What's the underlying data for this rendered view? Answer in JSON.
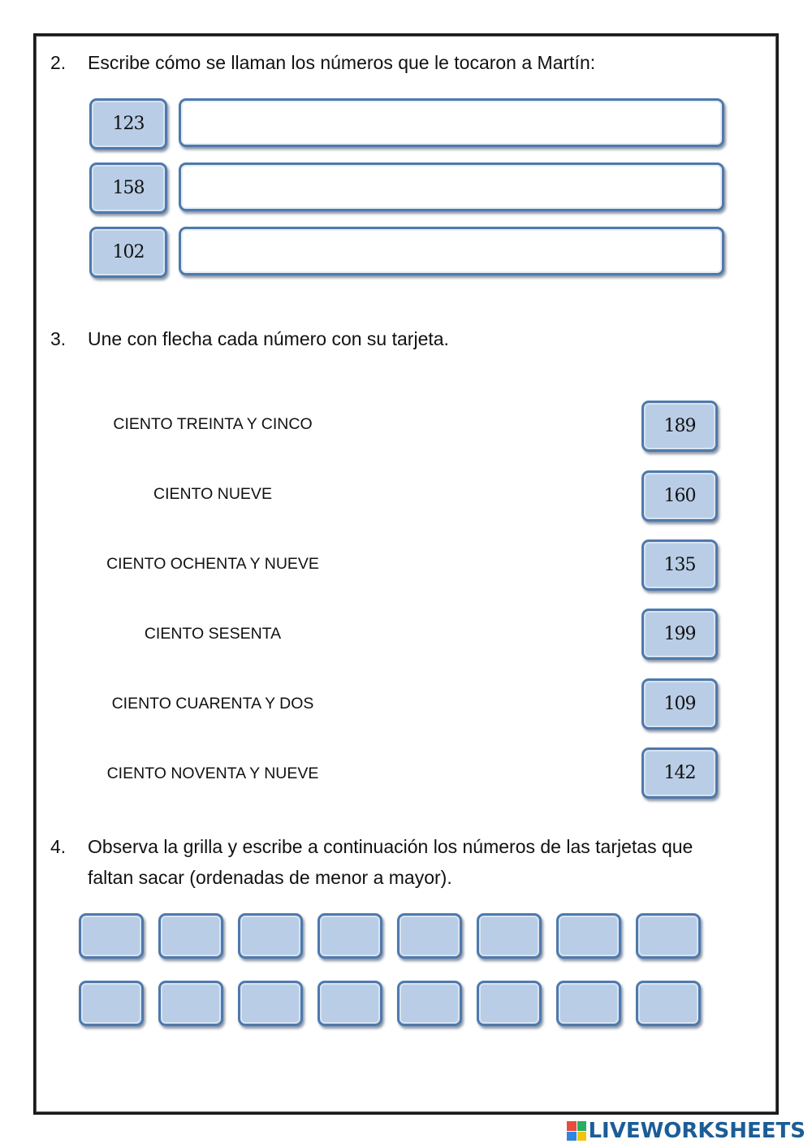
{
  "q2": {
    "number": "2.",
    "text": "Escribe cómo se llaman los números que le tocaron a Martín:",
    "rows": [
      {
        "card": "123",
        "answer": ""
      },
      {
        "card": "158",
        "answer": ""
      },
      {
        "card": "102",
        "answer": ""
      }
    ]
  },
  "q3": {
    "number": "3.",
    "text": "Une con flecha cada número con su tarjeta.",
    "words": [
      "CIENTO TREINTA Y CINCO",
      "CIENTO NUEVE",
      "CIENTO OCHENTA Y NUEVE",
      "CIENTO SESENTA",
      "CIENTO CUARENTA Y DOS",
      "CIENTO NOVENTA Y NUEVE"
    ],
    "cards": [
      "189",
      "160",
      "135",
      "199",
      "109",
      "142"
    ]
  },
  "q4": {
    "number": "4.",
    "line1": "Observa la grilla y escribe a continuación los números de las tarjetas que",
    "line2": "faltan sacar (ordenadas de menor a mayor).",
    "rows": 2,
    "cols": 8
  },
  "brand": {
    "name": "LIVEWORKSHEETS",
    "logo_colors": [
      "#e74c3c",
      "#27ae60",
      "#2e86de",
      "#f1c40f"
    ]
  }
}
